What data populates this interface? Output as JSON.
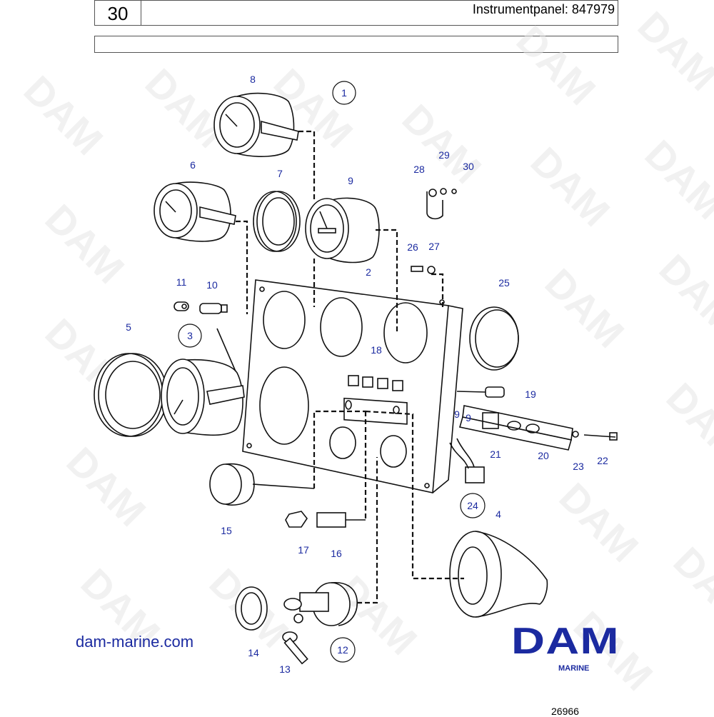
{
  "header": {
    "section_number": "30",
    "title": "Instrumentpanel: 847979"
  },
  "footer": {
    "website": "dam-marine.com",
    "document_id": "26966"
  },
  "brand": {
    "name": "DAM",
    "tagline": "MARINE",
    "color": "#1b2aa0"
  },
  "watermark": "DAM",
  "callouts": {
    "c1": "1",
    "c2": "2",
    "c3": "3",
    "c4": "4",
    "c5": "5",
    "c6": "6",
    "c7": "7",
    "c8": "8",
    "c9a": "9",
    "c9b": "9",
    "c9c": "9",
    "c10": "10",
    "c11": "11",
    "c12": "12",
    "c13": "13",
    "c14": "14",
    "c15": "15",
    "c16": "16",
    "c17": "17",
    "c18": "18",
    "c19": "19",
    "c20": "20",
    "c21": "21",
    "c22": "22",
    "c23": "23",
    "c24": "24",
    "c25": "25",
    "c26": "26",
    "c27": "27",
    "c28": "28",
    "c29": "29",
    "c30": "30"
  }
}
